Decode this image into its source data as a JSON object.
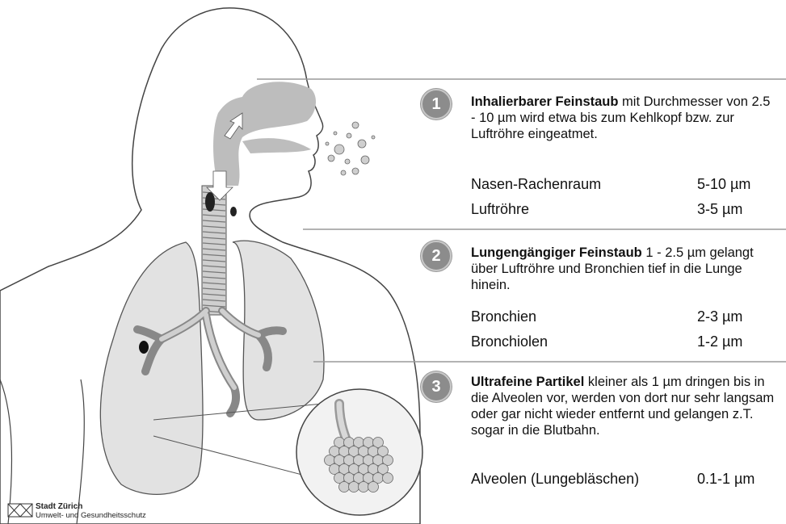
{
  "sections": [
    {
      "number": "1",
      "title": "Inhalierbarer Feinstaub",
      "text": " mit Durchmesser von 2.5 - 10 µm wird etwa bis zum Kehlkopf bzw. zur Luftröhre eingeatmet.",
      "rows": [
        {
          "label": "Nasen-Rachenraum",
          "value": "5-10 µm"
        },
        {
          "label": "Luftröhre",
          "value": "3-5 µm"
        }
      ]
    },
    {
      "number": "2",
      "title": "Lungengängiger  Feinstaub",
      "text": " 1 - 2.5 µm gelangt über Luftröhre und Bronchien tief in die Lunge hinein.",
      "rows": [
        {
          "label": "Bronchien",
          "value": "2-3 µm"
        },
        {
          "label": "Bronchiolen",
          "value": "1-2 µm"
        }
      ]
    },
    {
      "number": "3",
      "title": "Ultrafeine Partikel",
      "text": " kleiner als 1 µm dringen bis in die Alveolen vor, werden von dort nur sehr langsam oder gar nicht wieder entfernt und gelangen z.T. sogar in die Blutbahn.",
      "rows": [
        {
          "label": "Alveolen (Lungebläschen)",
          "value": "0.1-1 µm"
        }
      ]
    }
  ],
  "logo": {
    "org": "Stadt Zürich",
    "dept": "Umwelt- und Gesundheitsschutz",
    "icon": "zurich-coat-of-arms-icon"
  },
  "colors": {
    "badge": "#8c8c8c",
    "lung_fill": "#e2e2e2",
    "airway_fill": "#bdbdbd",
    "outline": "#444444"
  }
}
